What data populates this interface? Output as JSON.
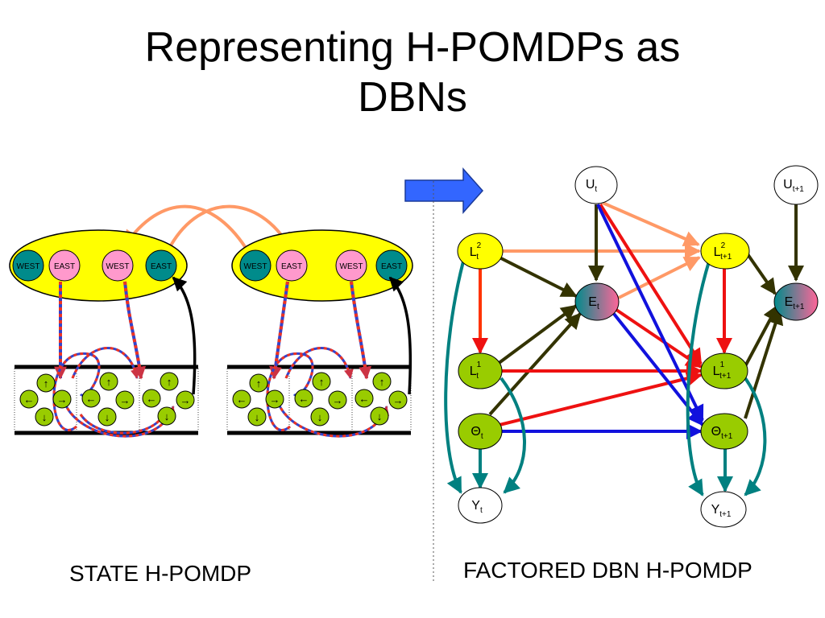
{
  "title": {
    "line1": "Representing H-POMDPs as",
    "line2": "DBNs"
  },
  "left_panel": {
    "caption": "STATE H-POMDP",
    "top_nodes": [
      "WEST",
      "EAST",
      "WEST",
      "EAST"
    ]
  },
  "right_panel": {
    "caption": "FACTORED DBN H-POMDP",
    "nodes": {
      "U_t": {
        "base": "U",
        "sub": "t",
        "sup": ""
      },
      "U_t1": {
        "base": "U",
        "sub": "t+1",
        "sup": ""
      },
      "L2_t": {
        "base": "L",
        "sub": "t",
        "sup": "2"
      },
      "L2_t1": {
        "base": "L",
        "sub": "t+1",
        "sup": "2"
      },
      "E_t": {
        "base": "E",
        "sub": "t",
        "sup": ""
      },
      "E_t1": {
        "base": "E",
        "sub": "t+1",
        "sup": ""
      },
      "L1_t": {
        "base": "L",
        "sub": "t",
        "sup": "1"
      },
      "L1_t1": {
        "base": "L",
        "sub": "t+1",
        "sup": "1"
      },
      "Theta_t": {
        "base": "Θ",
        "sub": "t",
        "sup": ""
      },
      "Theta_t1": {
        "base": "Θ",
        "sub": "t+1",
        "sup": ""
      },
      "Y_t": {
        "base": "Y",
        "sub": "t",
        "sup": ""
      },
      "Y_t1": {
        "base": "Y",
        "sub": "t+1",
        "sup": ""
      }
    }
  },
  "colors": {
    "yellow_oval": "#FFFF00",
    "teal_node": "#008B8B",
    "pink_node": "#FF99CC",
    "green_node": "#99CC00",
    "arrow_orange": "#FF9966",
    "arrow_red": "#EE1111",
    "arrow_blue": "#1111DD",
    "arrow_olive": "#333300",
    "arrow_teal": "#008080",
    "block_arrow": "#3366FF"
  }
}
